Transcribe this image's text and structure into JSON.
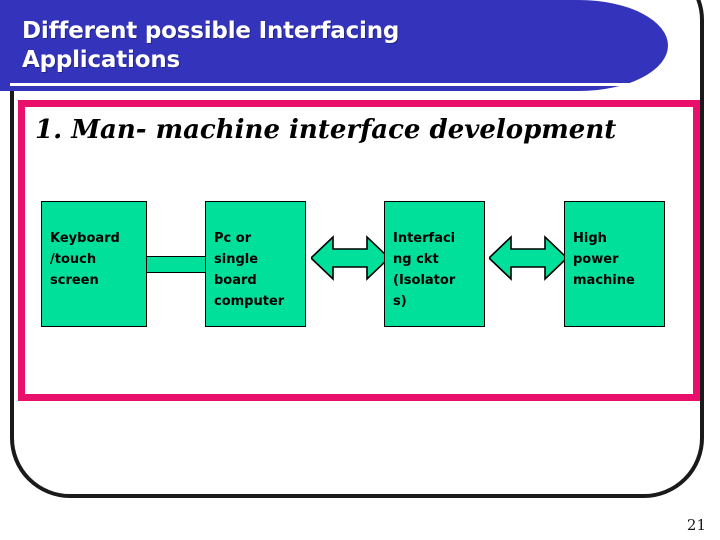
{
  "slide": {
    "title": "Different possible Interfacing\nApplications",
    "page_number": "21",
    "colors": {
      "banner_blue": "#3333bb",
      "panel_pink": "#e8106a",
      "box_green": "#00e09b",
      "outline_black": "#1a1a1a",
      "title_white": "#ffffff"
    }
  },
  "content": {
    "heading": "1. Man- machine interface development",
    "diagram": {
      "type": "block-flow",
      "boxes": [
        {
          "id": "box-keyboard",
          "label": "Keyboard\n/touch\nscreen"
        },
        {
          "id": "box-pc",
          "label": "Pc or\nsingle\nboard\ncomputer"
        },
        {
          "id": "box-interfacing",
          "label": "Interfaci\nng ckt\n(Isolator\ns)"
        },
        {
          "id": "box-machine",
          "label": "High\npower\nmachine"
        }
      ],
      "connectors": [
        {
          "id": "connector-keyboard-pc",
          "kind": "bar",
          "from": "box-keyboard",
          "to": "box-pc"
        },
        {
          "id": "arrow-pc-interfacing",
          "kind": "double-arrow",
          "from": "box-pc",
          "to": "box-interfacing"
        },
        {
          "id": "arrow-interfacing-machine",
          "kind": "double-arrow",
          "from": "box-interfacing",
          "to": "box-machine"
        }
      ]
    }
  }
}
